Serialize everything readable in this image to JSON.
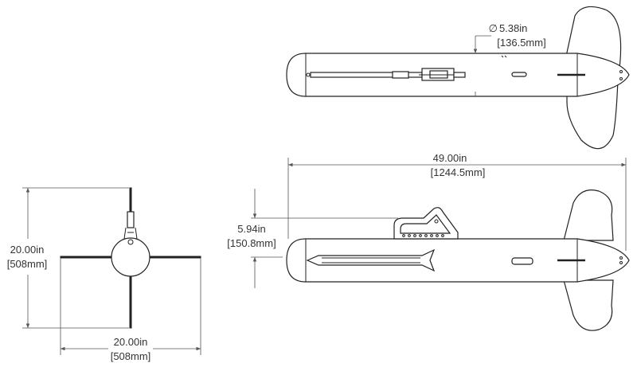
{
  "dimensions": {
    "diameter": {
      "symbol": "∅",
      "imperial": "5.38in",
      "metric": "136.5mm"
    },
    "overall_length": {
      "imperial": "49.00in",
      "metric": "1244.5mm"
    },
    "height": {
      "imperial": "5.94in",
      "metric": "150.8mm"
    },
    "front_height": {
      "imperial": "20.00in",
      "metric": "508mm"
    },
    "front_width": {
      "imperial": "20.00in",
      "metric": "508mm"
    }
  },
  "colors": {
    "line": "#222222",
    "dimension": "#555555",
    "text": "#333333",
    "background": "#ffffff"
  }
}
